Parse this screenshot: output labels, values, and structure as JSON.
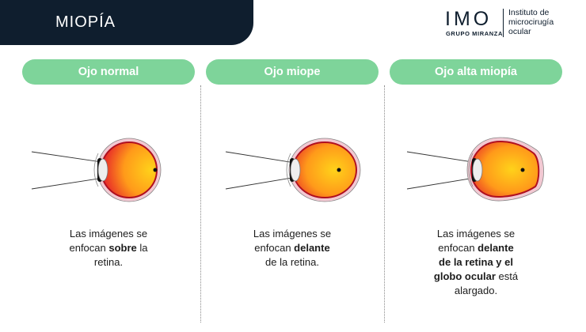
{
  "header": {
    "title": "MIOPÍA"
  },
  "logo": {
    "mark": "IMO",
    "subtitle": "GRUPO MIRANZA",
    "text_line1": "Instituto de",
    "text_line2": "microcirugía",
    "text_line3": "ocular"
  },
  "columns": [
    {
      "label": "Ojo normal",
      "caption": [
        {
          "text": "Las imágenes se",
          "bold": false
        },
        {
          "text": "enfocan ",
          "bold": false
        },
        {
          "text": "sobre",
          "bold": true
        },
        {
          "text": " la",
          "bold": false
        },
        {
          "text": "retina.",
          "bold": false
        }
      ]
    },
    {
      "label": "Ojo miope",
      "caption": [
        {
          "text": "Las imágenes se",
          "bold": false
        },
        {
          "text": "enfocan ",
          "bold": false
        },
        {
          "text": "delante",
          "bold": true
        },
        {
          "text": "de la retina.",
          "bold": false
        }
      ]
    },
    {
      "label": "Ojo alta miopía",
      "caption": [
        {
          "text": "Las imágenes se",
          "bold": false
        },
        {
          "text": "enfocan ",
          "bold": false
        },
        {
          "text": "delante",
          "bold": true
        },
        {
          "text": "de la retina y el",
          "bold": true
        },
        {
          "text": "globo ocular",
          "bold": true
        },
        {
          "text": " está",
          "bold": false
        },
        {
          "text": "alargado.",
          "bold": false
        }
      ]
    }
  ],
  "colors": {
    "header": "#0f1e2e",
    "pill": "#7ed49a",
    "eye_outer": "#f2c8d2",
    "eye_red": "#e5202a",
    "eye_yellow": "#ffd21a"
  }
}
